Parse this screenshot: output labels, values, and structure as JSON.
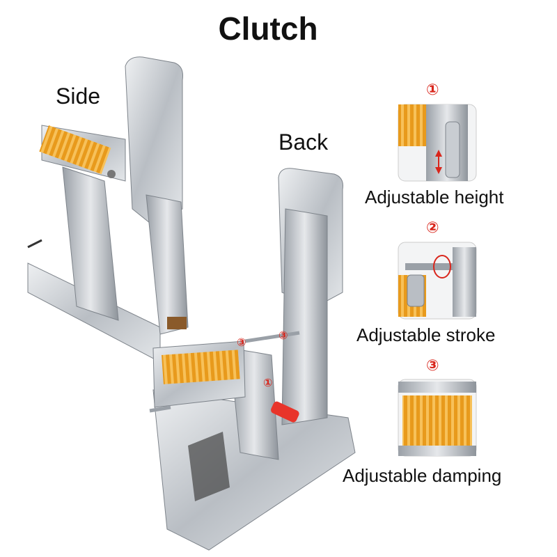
{
  "title": "Clutch",
  "views": {
    "side": "Side",
    "back": "Back"
  },
  "details": [
    {
      "number": "①",
      "caption": "Adjustable height"
    },
    {
      "number": "②",
      "caption": "Adjustable stroke"
    },
    {
      "number": "③",
      "caption": "Adjustable damping"
    }
  ],
  "callouts": {
    "back_damping": "③",
    "back_stroke": "③",
    "back_height": "①"
  },
  "colors": {
    "spring": "#f0a020",
    "steel": "#c9cdd2",
    "steel_dark": "#8e949b",
    "handle": "#e8342a",
    "accent": "#d9261c"
  }
}
